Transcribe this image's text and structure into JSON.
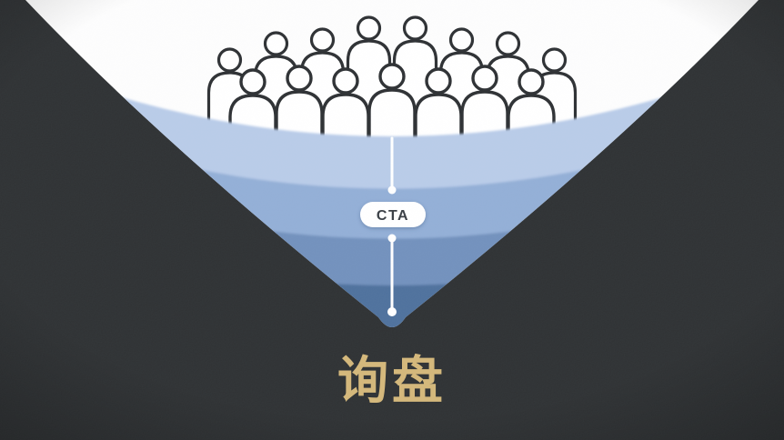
{
  "scene": {
    "background_color": "#2d3032"
  },
  "funnel": {
    "stages": [
      {
        "name": "audience",
        "color": "#fdfdfd"
      },
      {
        "name": "stage-1",
        "color": "#b8cbe8"
      },
      {
        "name": "stage-2",
        "color": "#92aed6"
      },
      {
        "name": "stage-3",
        "color": "#7190bc"
      },
      {
        "name": "stage-4",
        "color": "#4d709c"
      }
    ],
    "crowd": {
      "back_row_count": 8,
      "front_row_count": 7,
      "outline_color": "#2c2f32"
    },
    "cta": {
      "label": "CTA",
      "pill_color": "#ffffff",
      "text_color": "#383d43"
    },
    "flow_line_color": "#ffffff"
  },
  "title": {
    "text": "询盘",
    "color": "#d4b87c"
  }
}
